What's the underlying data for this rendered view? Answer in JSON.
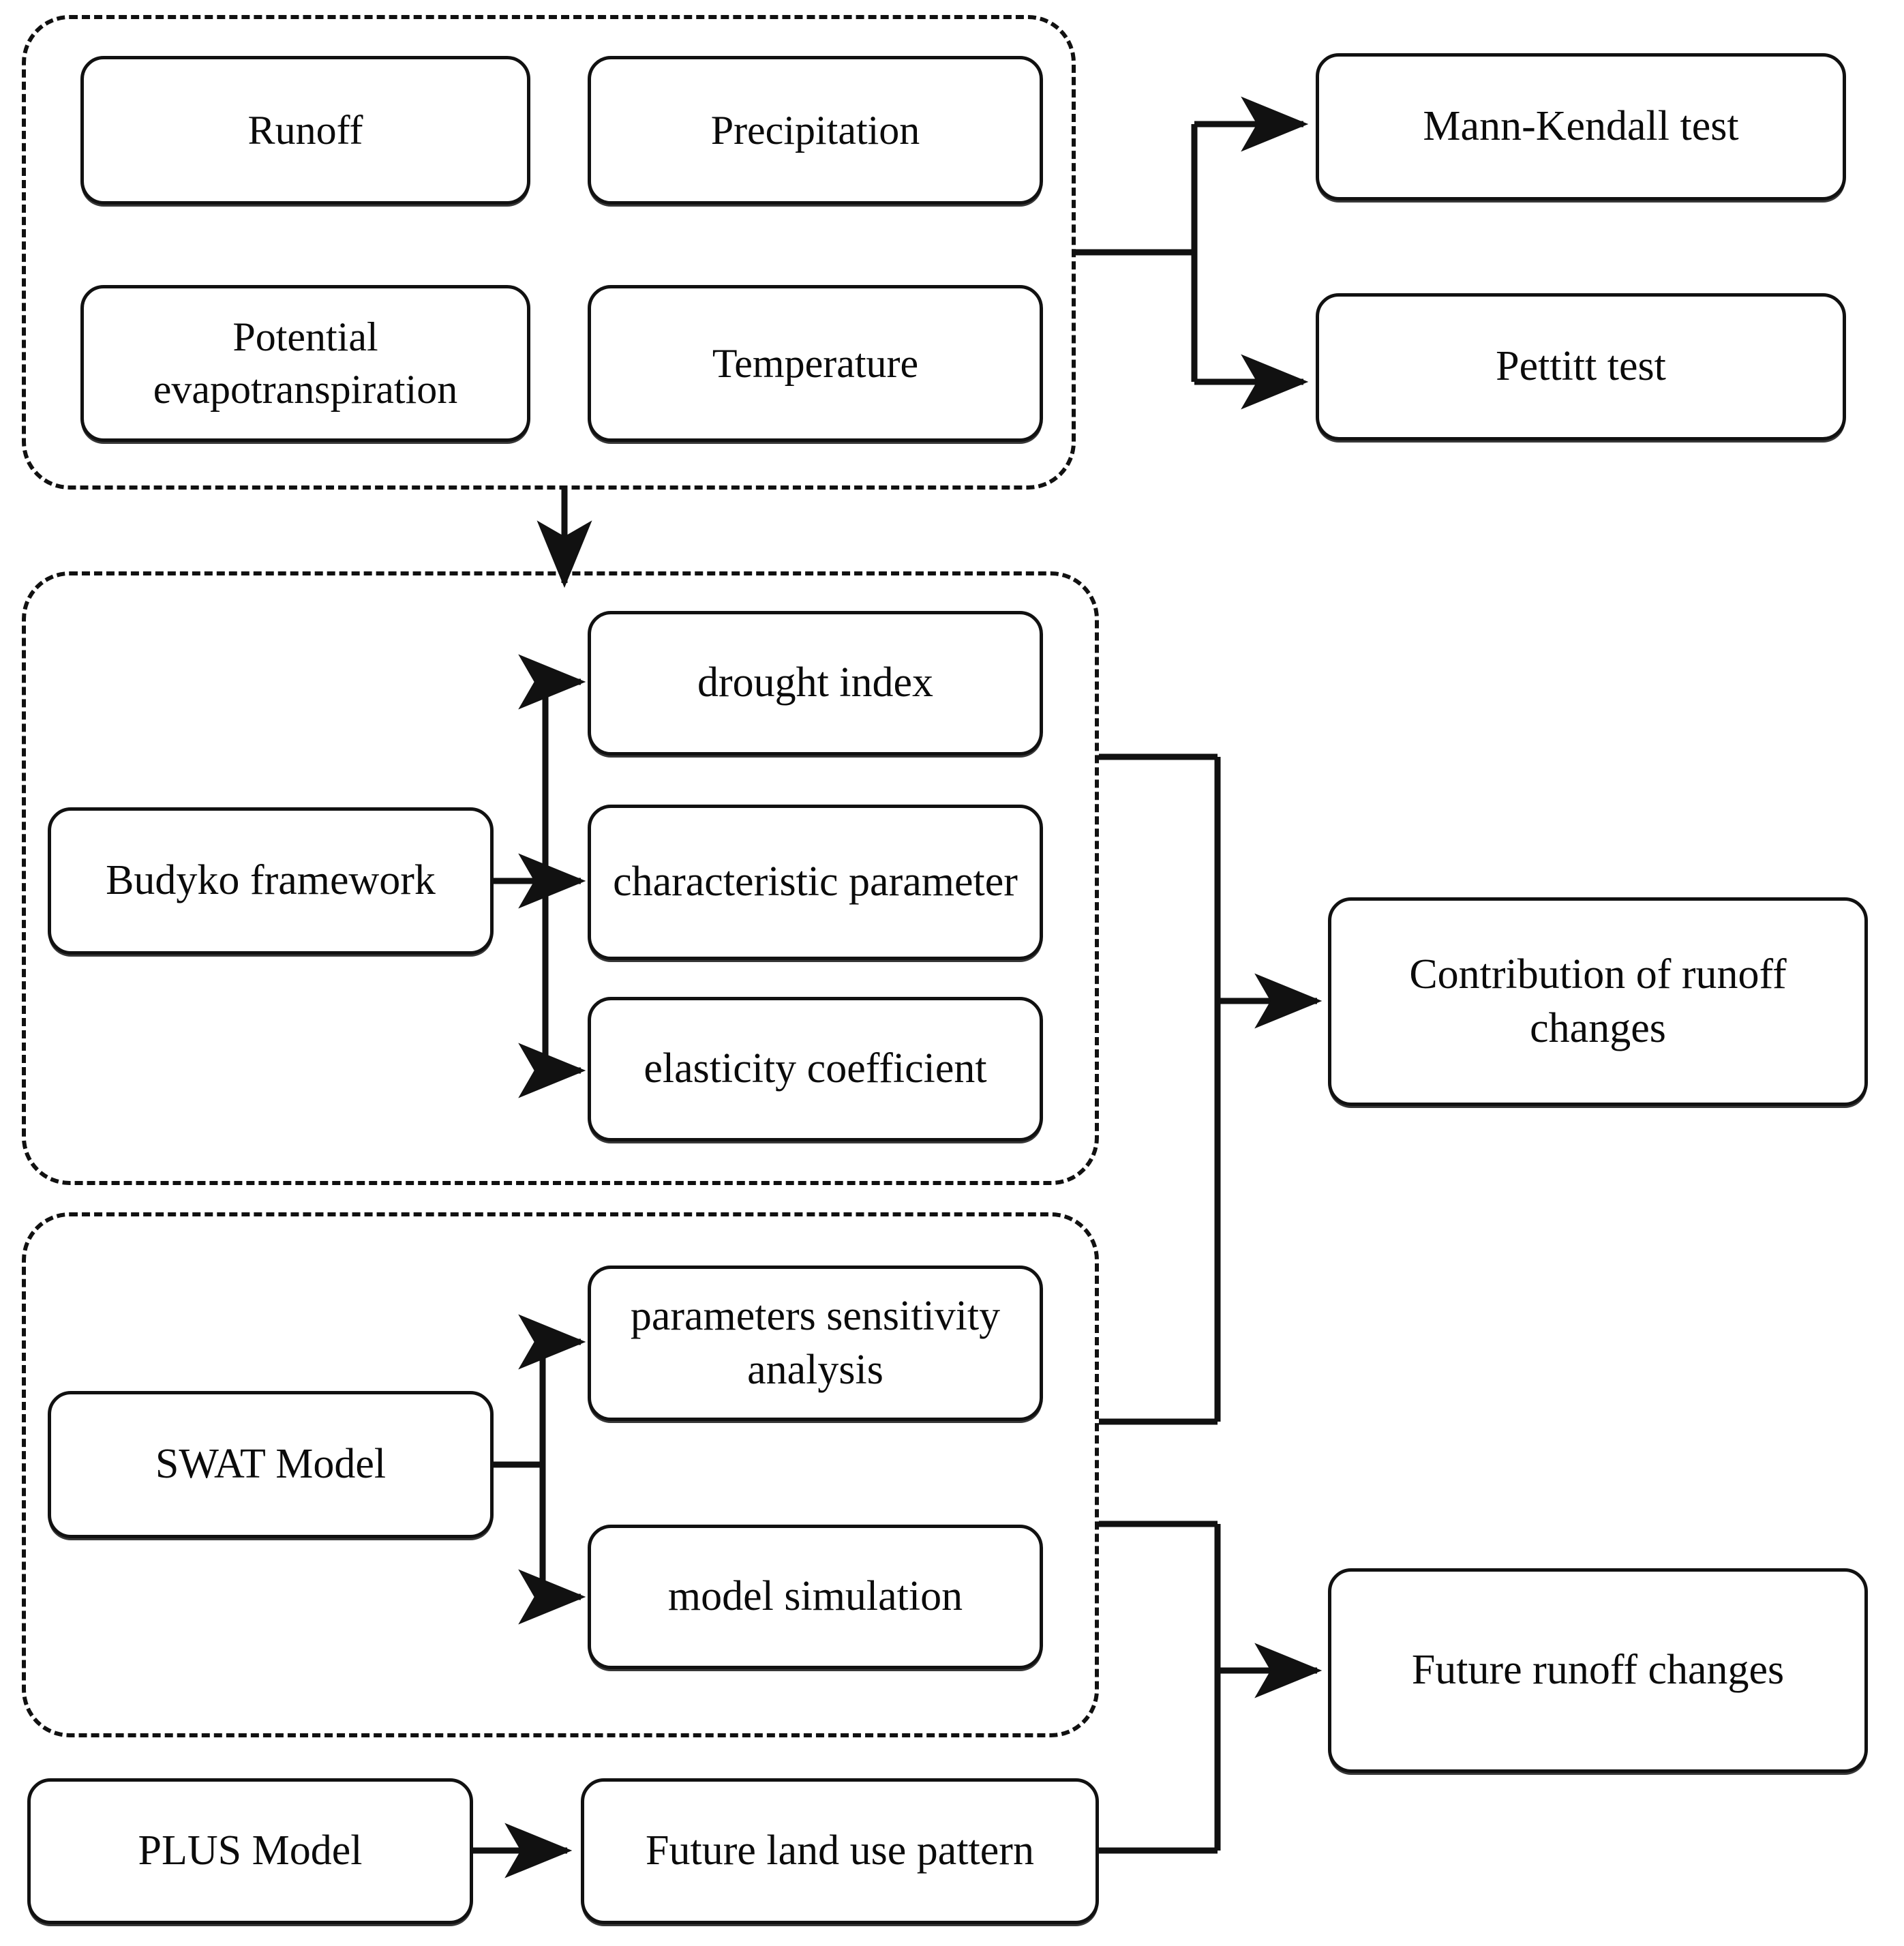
{
  "diagram": {
    "title": "Runoff change research framework flowchart",
    "line_color": "#111111",
    "box_fill": "#ffffff",
    "groups": [
      {
        "id": "data-inputs-group",
        "label": ""
      },
      {
        "id": "budyko-group",
        "label": ""
      },
      {
        "id": "swat-group",
        "label": ""
      }
    ],
    "nodes": {
      "runoff": "Runoff",
      "precipitation": "Precipitation",
      "potential_evapotranspiration": "Potential evapotranspiration",
      "temperature": "Temperature",
      "mann_kendall_test": "Mann-Kendall test",
      "pettitt_test": "Pettitt test",
      "budyko_framework": "Budyko  framework",
      "drought_index": "drought index",
      "characteristic_parameter": "characteristic parameter",
      "elasticity_coefficient": "elasticity coefficient",
      "contribution_of_runoff_changes": "Contribution of runoff changes",
      "swat_model": "SWAT Model",
      "parameters_sensitivity_analysis": "parameters sensitivity analysis",
      "model_simulation": "model simulation",
      "future_runoff_changes": "Future runoff changes",
      "plus_model": "PLUS Model",
      "future_land_use_pattern": "Future land use pattern"
    },
    "edges": [
      {
        "from": "data-inputs-group",
        "to": "mann_kendall_test",
        "arrow": true
      },
      {
        "from": "data-inputs-group",
        "to": "pettitt_test",
        "arrow": true
      },
      {
        "from": "data-inputs-group",
        "to": "budyko-group",
        "arrow": true
      },
      {
        "from": "budyko_framework",
        "to": "drought_index",
        "arrow": true
      },
      {
        "from": "budyko_framework",
        "to": "characteristic_parameter",
        "arrow": true
      },
      {
        "from": "budyko_framework",
        "to": "elasticity_coefficient",
        "arrow": true
      },
      {
        "from": "budyko-group",
        "to": "contribution_of_runoff_changes",
        "arrow": true
      },
      {
        "from": "swat-group",
        "to": "contribution_of_runoff_changes",
        "arrow": true
      },
      {
        "from": "swat_model",
        "to": "parameters_sensitivity_analysis",
        "arrow": true
      },
      {
        "from": "swat_model",
        "to": "model_simulation",
        "arrow": true
      },
      {
        "from": "swat-group",
        "to": "future_runoff_changes",
        "arrow": true
      },
      {
        "from": "plus_model",
        "to": "future_land_use_pattern",
        "arrow": true
      },
      {
        "from": "future_land_use_pattern",
        "to": "future_runoff_changes",
        "arrow": true
      }
    ]
  }
}
